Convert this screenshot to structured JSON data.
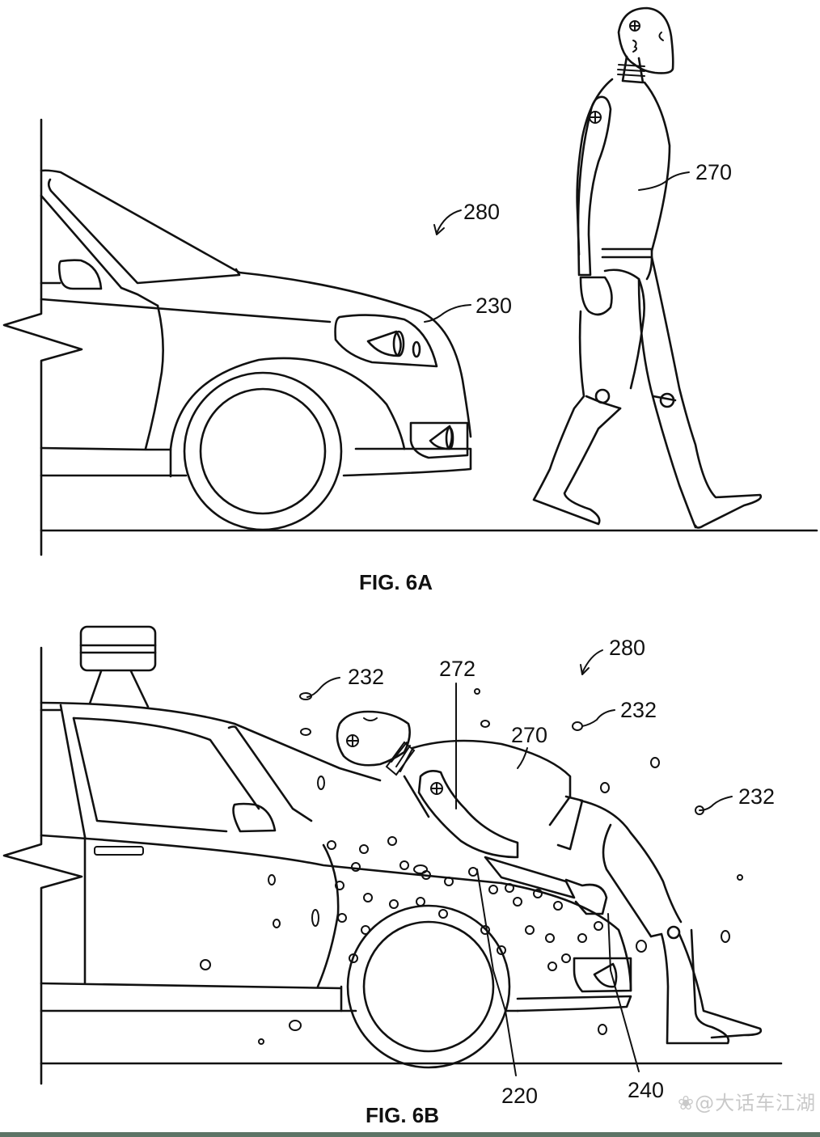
{
  "figures": [
    {
      "id": "fig-6a",
      "caption": "FIG. 6A",
      "labels": {
        "assembly": "280",
        "vehicle": "230",
        "pedestrian": "270"
      }
    },
    {
      "id": "fig-6b",
      "caption": "FIG. 6B",
      "labels": {
        "assembly": "280",
        "adhesive_left": "232",
        "adhesive_right_top": "232",
        "adhesive_right": "232",
        "contact_point": "272",
        "pedestrian": "270",
        "hood_layer": "220",
        "bumper": "240"
      }
    }
  ],
  "watermark": {
    "icon": "paw-icon",
    "text": "@大话车江湖"
  }
}
